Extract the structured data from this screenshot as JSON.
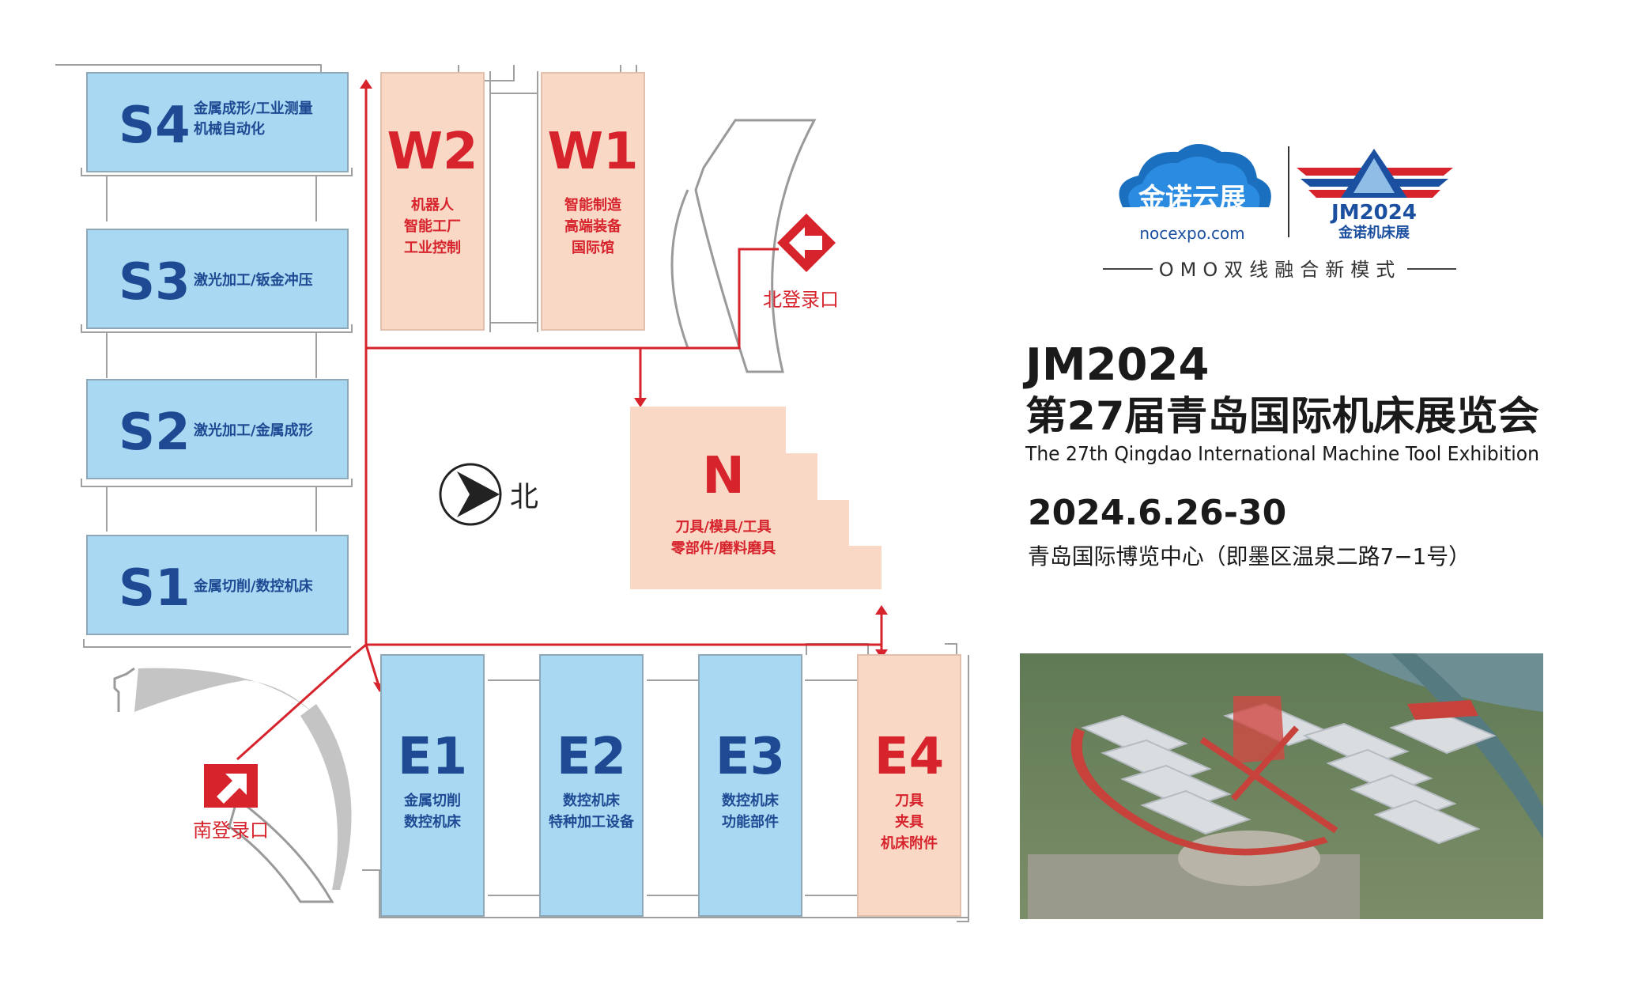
{
  "map": {
    "compass": {
      "label": "北"
    },
    "entrances": {
      "north": {
        "label": "北登录口"
      },
      "south": {
        "label": "南登录口"
      }
    },
    "halls_south": [
      {
        "code": "S4",
        "desc": [
          "金属成形/工业测量",
          "机械自动化"
        ]
      },
      {
        "code": "S3",
        "desc": [
          "激光加工/钣金冲压"
        ]
      },
      {
        "code": "S2",
        "desc": [
          "激光加工/金属成形"
        ]
      },
      {
        "code": "S1",
        "desc": [
          "金属切削/数控机床"
        ]
      }
    ],
    "halls_west": [
      {
        "code": "W2",
        "desc": [
          "机器人",
          "智能工厂",
          "工业控制"
        ]
      },
      {
        "code": "W1",
        "desc": [
          "智能制造",
          "高端装备",
          "国际馆"
        ]
      }
    ],
    "hall_north": {
      "code": "N",
      "desc": [
        "刀具/模具/工具",
        "零部件/磨料磨具"
      ]
    },
    "halls_east": [
      {
        "code": "E1",
        "desc": [
          "金属切削",
          "数控机床"
        ]
      },
      {
        "code": "E2",
        "desc": [
          "数控机床",
          "特种加工设备"
        ]
      },
      {
        "code": "E3",
        "desc": [
          "数控机床",
          "功能部件"
        ]
      },
      {
        "code": "E4",
        "desc": [
          "刀具",
          "夹具",
          "机床附件"
        ]
      }
    ]
  },
  "brand": {
    "cloud_logo_text": "金诺云展",
    "cloud_logo_url": "nocexpo.com",
    "jm_logo_year": "JM2024",
    "jm_logo_name": "金诺机床展",
    "slogan": "OMO双线融合新模式"
  },
  "event": {
    "code": "JM2024",
    "title_cn": "第27届青岛国际机床展览会",
    "title_en": "The 27th Qingdao International Machine Tool Exhibition",
    "date": "2024.6.26-30",
    "venue": "青岛国际博览中心（即墨区温泉二路7−1号）"
  },
  "colors": {
    "blue_hall": "#a8d8f2",
    "blue_text": "#1d4a92",
    "peach_hall": "#f9d8c6",
    "red": "#d6232c",
    "route_red": "#d6232c",
    "outline_gray": "#9a9a9a",
    "road_gray": "#bdbdbd"
  }
}
